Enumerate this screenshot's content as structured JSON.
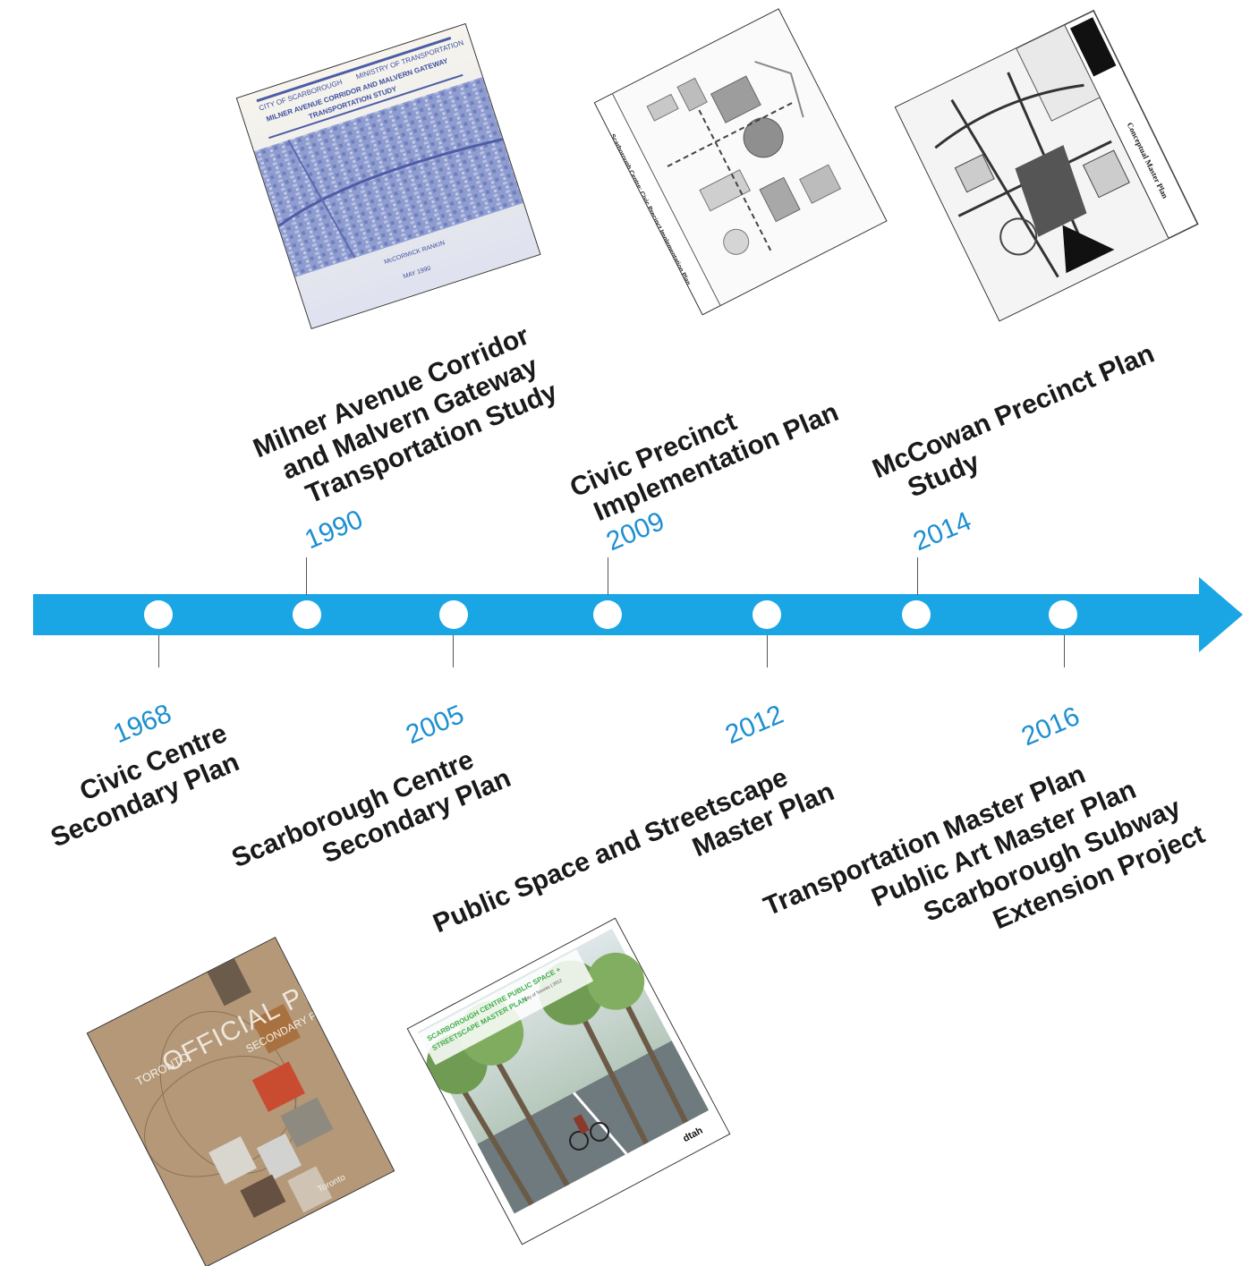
{
  "colors": {
    "arrow": "#1aa6e4",
    "year": "#1d8fd1",
    "title": "#1a1a1a"
  },
  "events": [
    {
      "year": "1968",
      "title_lines": [
        "Civic Centre",
        "Secondary Plan"
      ]
    },
    {
      "year": "1990",
      "title_lines": [
        "Milner Avenue Corridor",
        "and Malvern Gateway",
        "Transportation Study"
      ]
    },
    {
      "year": "2005",
      "title_lines": [
        "Scarborough Centre",
        "Secondary Plan"
      ]
    },
    {
      "year": "2009",
      "title_lines": [
        "Civic Precinct",
        "Implementation Plan"
      ]
    },
    {
      "year": "2012",
      "title_lines": [
        "Public Space and Streetscape",
        "Master Plan"
      ]
    },
    {
      "year": "2014",
      "title_lines": [
        "McCowan Precinct Plan",
        "Study"
      ]
    },
    {
      "year": "2016",
      "title_lines": [
        "Transportation Master Plan",
        "Public Art Master Plan",
        "Scarborough Subway",
        "Extension Project"
      ]
    }
  ],
  "documents": {
    "milner": {
      "header_left": "CITY OF SCARBOROUGH",
      "header_right": "MINISTRY OF TRANSPORTATION",
      "title": "MILNER AVENUE CORRIDOR AND MALVERN GATEWAY",
      "subtitle": "TRANSPORTATION STUDY",
      "author": "McCORMICK RANKIN",
      "date": "MAY 1990"
    },
    "civic": {
      "side_title": "Scarborough Centre: Civic Precinct Implementation Plan"
    },
    "mccowan": {
      "side_title": "Conceptual Master Plan"
    },
    "official": {
      "brand": "TORONTO",
      "title": "OFFICIAL PLAN",
      "subtitle": "SECONDARY PLANS",
      "footer": "Toronto"
    },
    "streetscape": {
      "line1": "SCARBOROUGH CENTRE PUBLIC SPACE +",
      "line2": "STREETSCAPE MASTER PLAN",
      "note": "City of Toronto | 2012",
      "logo": "dtah"
    }
  }
}
